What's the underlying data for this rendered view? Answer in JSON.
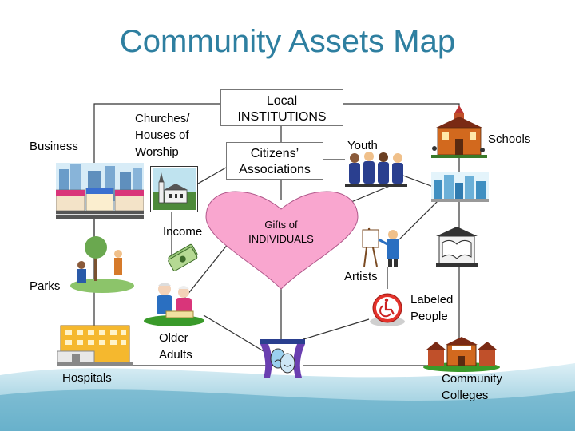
{
  "title": "Community Assets Map",
  "center": {
    "line1": "Gifts of",
    "line2": "INDIVIDUALS"
  },
  "boxes": {
    "local_institutions": {
      "line1": "Local",
      "line2": "INSTITUTIONS"
    },
    "citizens_associations": {
      "line1": "Citizens’",
      "line2": "Associations"
    }
  },
  "labels": {
    "churches": [
      "Churches/",
      "Houses of",
      "Worship"
    ],
    "business": "Business",
    "youth": "Youth",
    "schools": "Schools",
    "income": "Income",
    "parks": "Parks",
    "artists": "Artists",
    "labeled_people": [
      "Labeled",
      "People"
    ],
    "older_adults": [
      "Older",
      "Adults"
    ],
    "hospitals": "Hospitals",
    "community_colleges": [
      "Community",
      "Colleges"
    ]
  },
  "icons": [
    "church-icon",
    "city-storefront-icon",
    "youth-group-icon",
    "schoolhouse-icon",
    "city-skyline-icon",
    "money-icon",
    "park-gardening-icon",
    "artist-easel-icon",
    "library-books-icon",
    "wheelchair-icon",
    "older-adults-icon",
    "theater-masks-icon",
    "hospital-building-icon",
    "college-campus-icon"
  ],
  "colors": {
    "title": "#2e7fa0",
    "heart": "#f9a6cf",
    "lines": "#333333",
    "wave": "#7fc3d8"
  }
}
